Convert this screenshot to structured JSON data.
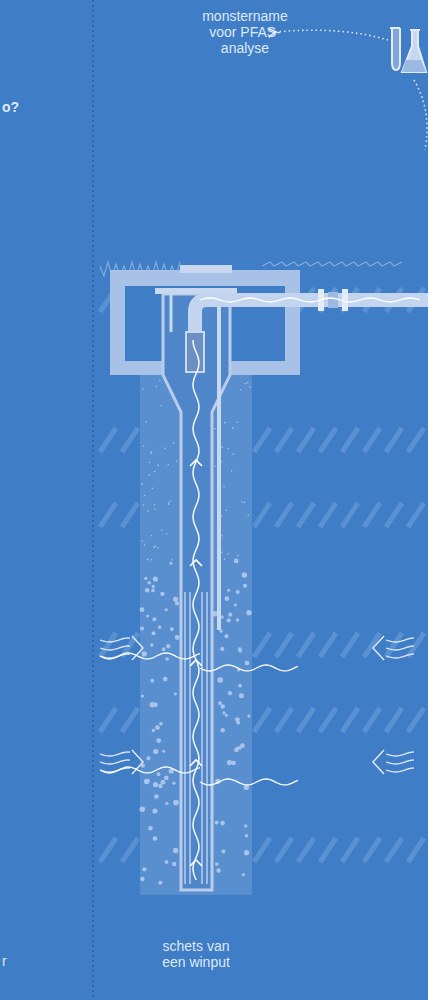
{
  "diagram": {
    "labels": [
      "monstername voor PFAS-analyse",
      "o?",
      "r",
      "schets van een winput"
    ]
  }
}
